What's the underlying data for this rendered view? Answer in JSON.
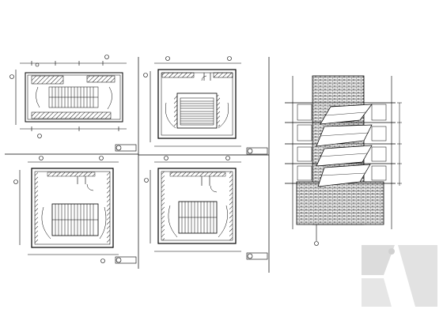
{
  "drawing": {
    "panels": [
      {
        "id": "plan-1"
      },
      {
        "id": "plan-2"
      },
      {
        "id": "plan-3"
      },
      {
        "id": "plan-4"
      },
      {
        "id": "section-1"
      }
    ]
  },
  "watermark": {
    "kind": "logo"
  },
  "colors": {
    "line": "#000000",
    "paper": "#ffffff",
    "watermark": "#d8d8d8"
  }
}
